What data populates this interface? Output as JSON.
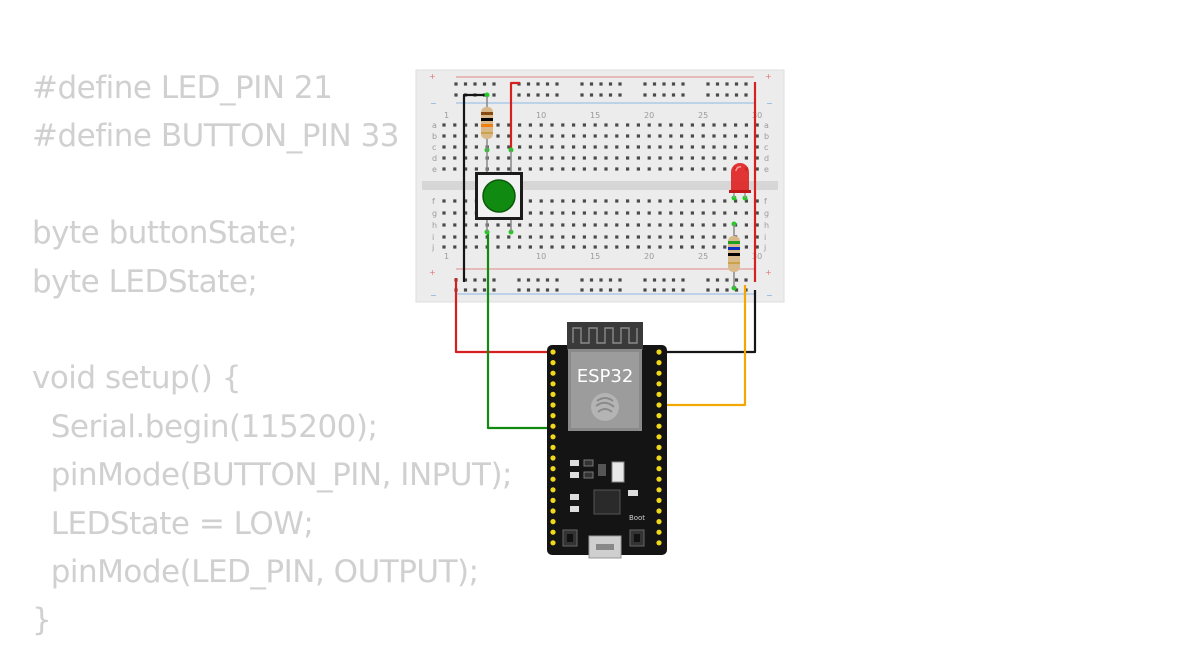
{
  "code": {
    "lines": [
      "#define LED_PIN 21",
      "#define BUTTON_PIN 33",
      "",
      "byte buttonState;",
      "byte LEDState;",
      "",
      "void setup() {",
      "  Serial.begin(115200);",
      "  pinMode(BUTTON_PIN, INPUT);",
      "  LEDState = LOW;",
      "  pinMode(LED_PIN, OUTPUT);",
      "}"
    ]
  },
  "breadboard": {
    "column_numbers": [
      "1",
      "10",
      "15",
      "20",
      "25",
      "30"
    ],
    "row_letters_top": [
      "a",
      "b",
      "c",
      "d",
      "e"
    ],
    "row_letters_bottom": [
      "f",
      "g",
      "h",
      "i",
      "j"
    ],
    "plus_sign": "+",
    "minus_sign": "−"
  },
  "esp32": {
    "label": "ESP32",
    "boot_label": "Boot"
  },
  "colors": {
    "wire_red": "#d61f1f",
    "wire_black": "#151515",
    "wire_green": "#118a11",
    "wire_orange": "#f2a800",
    "button_cap": "#118a11",
    "led": "#e02020"
  }
}
